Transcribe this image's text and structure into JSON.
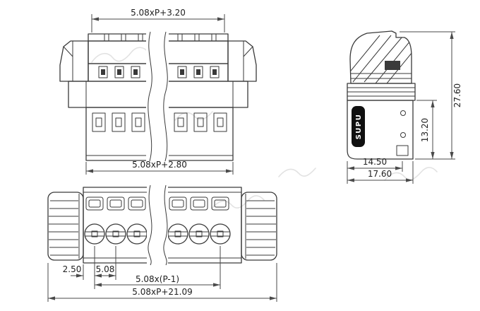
{
  "meta": {
    "background": "#ffffff",
    "line_color": "#3a3a3a",
    "dim_color": "#4a4a4a",
    "text_color": "#1e1e1e",
    "logo_bg": "#101010",
    "logo_text_color": "#ffffff",
    "watermark_color": "#e2e2e2"
  },
  "views": {
    "front": {
      "dim_top": "5.08xP+3.20",
      "dim_bottom": "5.08xP+2.80"
    },
    "side": {
      "logo": "SUPU",
      "dim_height_total": "27.60",
      "dim_height_lower": "13.20",
      "dim_width_inner": "14.50",
      "dim_width_outer": "17.60"
    },
    "bottom": {
      "dim_margin": "2.50",
      "dim_pitch": "5.08",
      "dim_pitch_span": "5.08x(P-1)",
      "dim_total_width": "5.08xP+21.09"
    }
  }
}
